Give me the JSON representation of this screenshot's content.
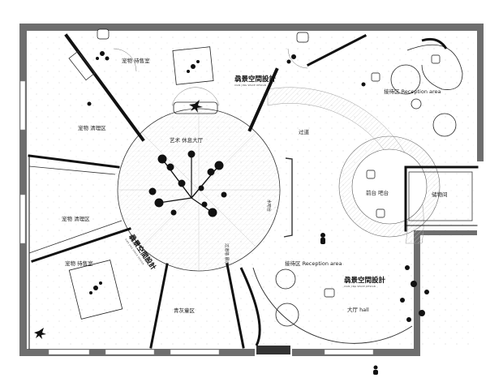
{
  "rooms": {
    "pet_room_top": "宠物  待售室",
    "pet_room_bottom": "宠物  待售室",
    "pet_clean_top": "宠物  清理区",
    "pet_clean_mid": "宠物  清理区",
    "art_hall": "艺术  休息大厅",
    "corridor": "过道",
    "reception_top": "接待区  Reception area",
    "reception_mid": "接待区  Reception area",
    "bar": "前台  吧台",
    "storage": "储物间",
    "youth_area": "青灰童区",
    "hall": "大厅  hall",
    "side_label_a": "水吧台",
    "side_label_b": "过道墙  展示"
  },
  "brand": {
    "name": "骉景空間設計",
    "subtitle": "XIAN JING SPACE DESIGN"
  },
  "colors": {
    "wall": "#111111",
    "outer_wall": "#6e6e6e",
    "hatch": "#d4d4d4",
    "foliage": "#111111"
  },
  "icons": [
    "tree-icon",
    "plant-icon",
    "chair-icon",
    "person-icon",
    "table-icon"
  ]
}
